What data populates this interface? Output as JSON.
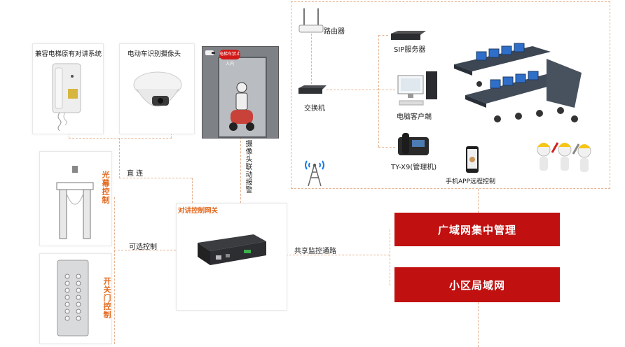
{
  "top_cards": {
    "elevator_intercom": "兼容电梯原有对讲系统",
    "ebike_camera": "电动车识别摄像头"
  },
  "elevator_photo": {
    "sign_text": "电梯车禁止入内"
  },
  "left_cards": {
    "light_curtain": "光幕控制",
    "door_switch": "开关门控制"
  },
  "links": {
    "direct": "直 连",
    "optional": "可选控制",
    "camera_alarm": "摄像头联动报警",
    "shared": "共享监控通路"
  },
  "controller": {
    "title": "对讲控制网关"
  },
  "network": {
    "router": "路由器",
    "switch": "交换机",
    "sip_server": "SIP服务器",
    "pc_client": "电脑客户端",
    "phone": "TY-X9(管理机)",
    "mobile_app": "手机APP远程控制"
  },
  "buttons": {
    "wan": "广域网集中管理",
    "lan": "小区局域网"
  },
  "colors": {
    "accent": "#e2661a",
    "red": "#c01010",
    "dash": "#e6b28f"
  }
}
